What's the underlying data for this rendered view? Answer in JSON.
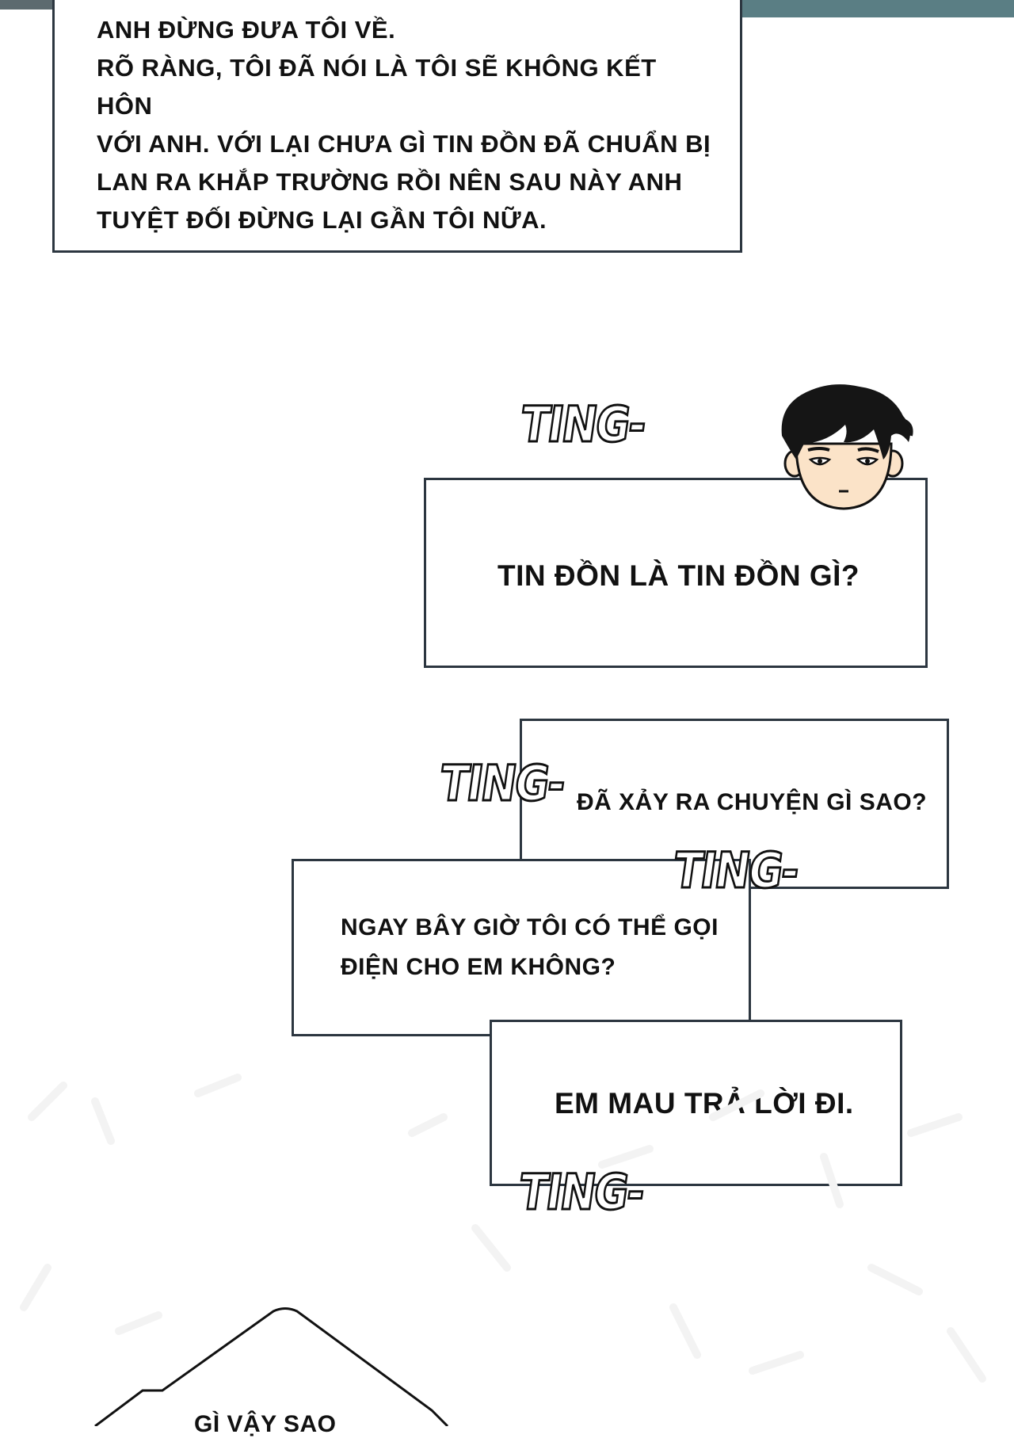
{
  "narration": {
    "lines": [
      "ANH ĐỪNG ĐƯA TÔI VỀ.",
      "RÕ RÀNG, TÔI ĐÃ NÓI LÀ TÔI SẼ KHÔNG KẾT HÔN",
      "VỚI ANH. VỚI LẠI CHƯA GÌ TIN ĐỒN ĐÃ CHUẨN BỊ",
      "LAN RA KHẮP TRƯỜNG RỒI NÊN SAU NÀY ANH",
      "TUYỆT ĐỐI ĐỪNG LẠI GẦN TÔI NỮA."
    ]
  },
  "messages": {
    "m1": "TIN ĐỒN LÀ TIN ĐỒN GÌ?",
    "m2": "ĐÃ XẢY RA CHUYỆN GÌ SAO?",
    "m3_line1": "NGAY BÂY GIỜ TÔI CÓ THỂ GỌI",
    "m3_line2": "ĐIỆN CHO EM KHÔNG?",
    "m4": "EM MAU TRẢ LỜI ĐI."
  },
  "sfx": {
    "ting1": "TING-",
    "ting2": "TING-",
    "ting3": "TING-",
    "ting4": "TING-"
  },
  "bottom": {
    "speech": "GÌ VẬY SAO"
  },
  "colors": {
    "border": "#2c3640",
    "skin": "#fbe3c8",
    "hair": "#151515"
  },
  "icons": {
    "avatar": "man-face-icon"
  }
}
